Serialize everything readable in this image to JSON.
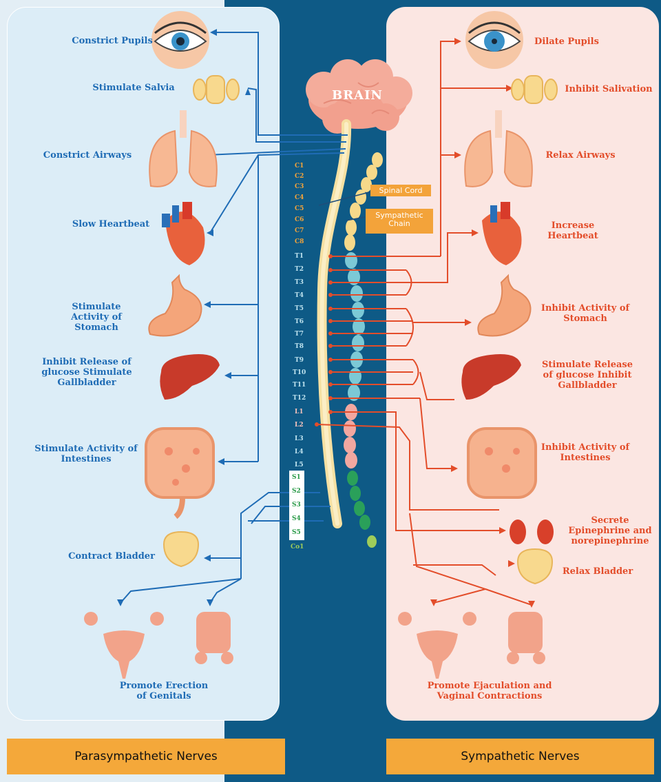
{
  "brain_label": "BRAIN",
  "callouts": {
    "spinal_cord": "Spinal Cord",
    "sympathetic_chain": "Sympathetic Chain"
  },
  "segments": {
    "cervical": [
      "C1",
      "C2",
      "C3",
      "C4",
      "C5",
      "C6",
      "C7",
      "C8"
    ],
    "thoracic": [
      "T1",
      "T2",
      "T3",
      "T4",
      "T5",
      "T6",
      "T7",
      "T8",
      "T9",
      "T10",
      "T11",
      "T12"
    ],
    "lumbar": [
      "L1",
      "L2",
      "L3",
      "L4",
      "L5"
    ],
    "sacral": [
      "S1",
      "S2",
      "S3",
      "S4",
      "S5"
    ],
    "coccygeal": [
      "Co1"
    ]
  },
  "parasympathetic": {
    "constrict_pupils": "Constrict Pupils",
    "stimulate_salvia": "Stimulate Salvia",
    "constrict_airways": "Constrict Airways",
    "slow_heartbeat": "Slow Heartbeat",
    "stomach": "Stimulate Activity of Stomach",
    "liver": "Inhibit Release of glucose Stimulate Gallbladder",
    "intestines": "Stimulate Activity of Intestines",
    "bladder": "Contract Bladder",
    "genitals": "Promote Erection of Genitals"
  },
  "sympathetic": {
    "dilate_pupils": "Dilate Pupils",
    "inhibit_salivation": "Inhibit Salivation",
    "relax_airways": "Relax Airways",
    "increase_heartbeat": "Increase Heartbeat",
    "stomach": "Inhibit Activity of Stomach",
    "liver": "Stimulate Release of glucose Inhibit Gallbladder",
    "intestines": "Inhibit Activity of Intestines",
    "adrenal": "Secrete Epinephrine and norepinephrine",
    "bladder": "Relax Bladder",
    "genitals": "Promote Ejaculation and Vaginal Contractions"
  },
  "footer": {
    "left": "Parasympathetic Nerves",
    "right": "Sympathetic Nerves"
  },
  "colors": {
    "parasympathetic": "#1f6cb5",
    "sympathetic": "#e34d2a",
    "footer": "#f4a83a",
    "background": "#0e5a86"
  }
}
